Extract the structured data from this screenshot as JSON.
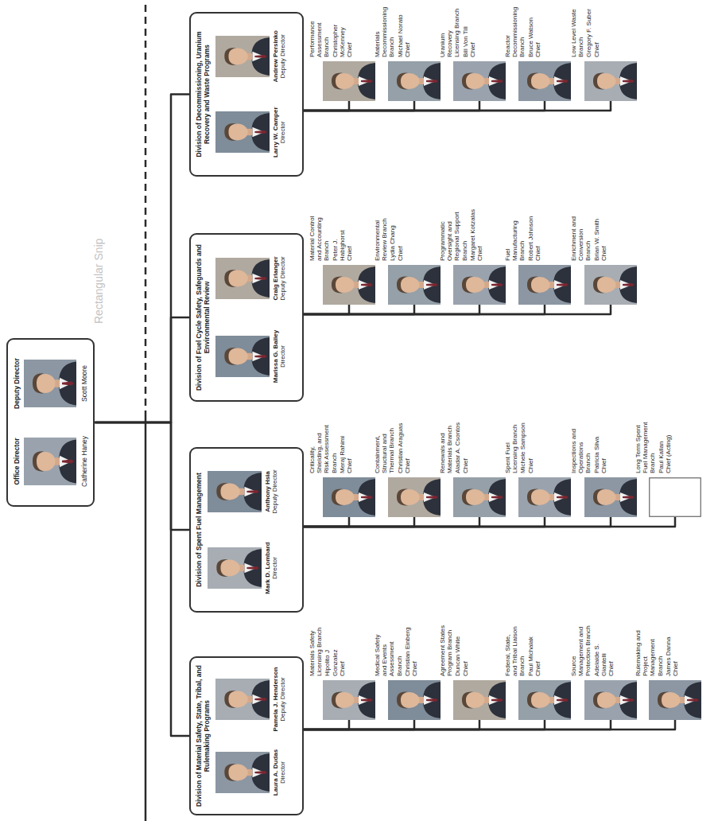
{
  "diagram": {
    "nodes": [
      {
        "text": [
          "Office Director",
          "Catherine Haney",
          "Deputy Director",
          "Scott Moore"
        ]
      },
      {
        "text": [
          "Division of Material Safety, State, Tribal, and Rulemaking Programs",
          "Laura A. Dudas",
          "Director",
          "Pamela J. Henderson",
          "Deputy Director"
        ]
      },
      {
        "text": [
          "Materials Safety Licensing Branch",
          "Hipolito J Gonzalez",
          "Chief"
        ]
      },
      {
        "text": [
          "Medical Safety and Events Assessment Branch",
          "Christian Einberg",
          "Chief"
        ]
      },
      {
        "text": [
          "Agreement States Program Branch",
          "Duncan White",
          "Chief"
        ]
      },
      {
        "text": [
          "Federal, State, and Tribal Liaison Branch",
          "Paul Michalak",
          "Chief"
        ]
      },
      {
        "text": [
          "Source Management and Protection Branch",
          "Adelaide S. Giantelli",
          "Chief"
        ]
      },
      {
        "text": [
          "Rulemaking and Project Management Branch",
          "James Danna",
          "Chief"
        ]
      },
      {
        "text": [
          "Division of Spent Fuel Management",
          "Mark D. Lombard",
          "Director",
          "Anthony Hsia",
          "Deputy Director"
        ]
      },
      {
        "text": [
          "Criticality, Shielding, and Risk Assessment Branch",
          "Meraj Rahimi",
          "Chief"
        ]
      },
      {
        "text": [
          "Containment, Structural and Thermal Branch",
          "Christian Araguas",
          "Chief"
        ]
      },
      {
        "text": [
          "Renewals and Materials Branch",
          "Aladar A. Csontos",
          "Chief"
        ]
      },
      {
        "text": [
          "Spent Fuel Licensing Branch",
          "Michele Sampson",
          "Chief"
        ]
      },
      {
        "text": [
          "Inspections and Operations Branch",
          "Patricia Silva",
          "Chief"
        ]
      },
      {
        "text": [
          "Long Term Spent Fuel Management Branch",
          "Paul Kallan",
          "Chief (Acting)"
        ]
      },
      {
        "text": [
          "Division of Fuel Cycle Safety, Safeguards and Environmental Review",
          "Marissa G. Bailey",
          "Director",
          "Craig Erlanger",
          "Deputy Director"
        ]
      },
      {
        "text": [
          "Material Control and Accounting Branch",
          "Peter J. Habighorst",
          "Chief"
        ]
      },
      {
        "text": [
          "Environmental Review Branch",
          "Lydia Chang",
          "Chief"
        ]
      },
      {
        "text": [
          "Programmatic Oversight and Regional Support Branch",
          "Margaret Kotzalas",
          "Chief"
        ]
      },
      {
        "text": [
          "Fuel Manufacturing Branch",
          "Robert Johnson",
          "Chief"
        ]
      },
      {
        "text": [
          "Enrichment and Conversion Branch",
          "Brian W. Smith",
          "Chief"
        ]
      },
      {
        "text": [
          "Division of Decommissioning, Uranium Recovery and Waste Programs",
          "Larry W. Camper",
          "Director",
          "Andrew Persinko",
          "Deputy Director"
        ]
      },
      {
        "text": [
          "Performance Assessment Branch",
          "Christopher McKenney",
          "Chief"
        ]
      },
      {
        "text": [
          "Materials Decommissioning Branch",
          "Michael Norato",
          "Chief"
        ]
      },
      {
        "text": [
          "Uranium Recovery Licensing Branch",
          "Bill Von Till",
          "Chief"
        ]
      },
      {
        "text": [
          "Reactor Decommissioning Branch",
          "Bruce Watson",
          "Chief"
        ]
      },
      {
        "text": [
          "Low Level Waste Branch",
          "Gregory F. Suber",
          "Chief"
        ]
      }
    ],
    "edges": [
      {
        "from": 0,
        "to": 1,
        "arrow": "none"
      },
      {
        "from": 0,
        "to": 8,
        "arrow": "none"
      },
      {
        "from": 0,
        "to": 15,
        "arrow": "none"
      },
      {
        "from": 0,
        "to": 21,
        "arrow": "none"
      },
      {
        "from": 1,
        "to": 2,
        "arrow": "none"
      },
      {
        "from": 1,
        "to": 3,
        "arrow": "none"
      },
      {
        "from": 1,
        "to": 4,
        "arrow": "none"
      },
      {
        "from": 1,
        "to": 5,
        "arrow": "none"
      },
      {
        "from": 1,
        "to": 6,
        "arrow": "none"
      },
      {
        "from": 1,
        "to": 7,
        "arrow": "none"
      },
      {
        "from": 8,
        "to": 9,
        "arrow": "none"
      },
      {
        "from": 8,
        "to": 10,
        "arrow": "none"
      },
      {
        "from": 8,
        "to": 11,
        "arrow": "none"
      },
      {
        "from": 8,
        "to": 12,
        "arrow": "none"
      },
      {
        "from": 8,
        "to": 13,
        "arrow": "none"
      },
      {
        "from": 8,
        "to": 14,
        "arrow": "none"
      },
      {
        "from": 15,
        "to": 16,
        "arrow": "none"
      },
      {
        "from": 15,
        "to": 17,
        "arrow": "none"
      },
      {
        "from": 15,
        "to": 18,
        "arrow": "none"
      },
      {
        "from": 15,
        "to": 19,
        "arrow": "none"
      },
      {
        "from": 15,
        "to": 20,
        "arrow": "none"
      },
      {
        "from": 21,
        "to": 22,
        "arrow": "none"
      },
      {
        "from": 21,
        "to": 23,
        "arrow": "none"
      },
      {
        "from": 21,
        "to": 24,
        "arrow": "none"
      },
      {
        "from": 21,
        "to": 25,
        "arrow": "none"
      },
      {
        "from": 21,
        "to": 26,
        "arrow": "none"
      }
    ],
    "labels": [
      "Rectangular Snip"
    ]
  }
}
